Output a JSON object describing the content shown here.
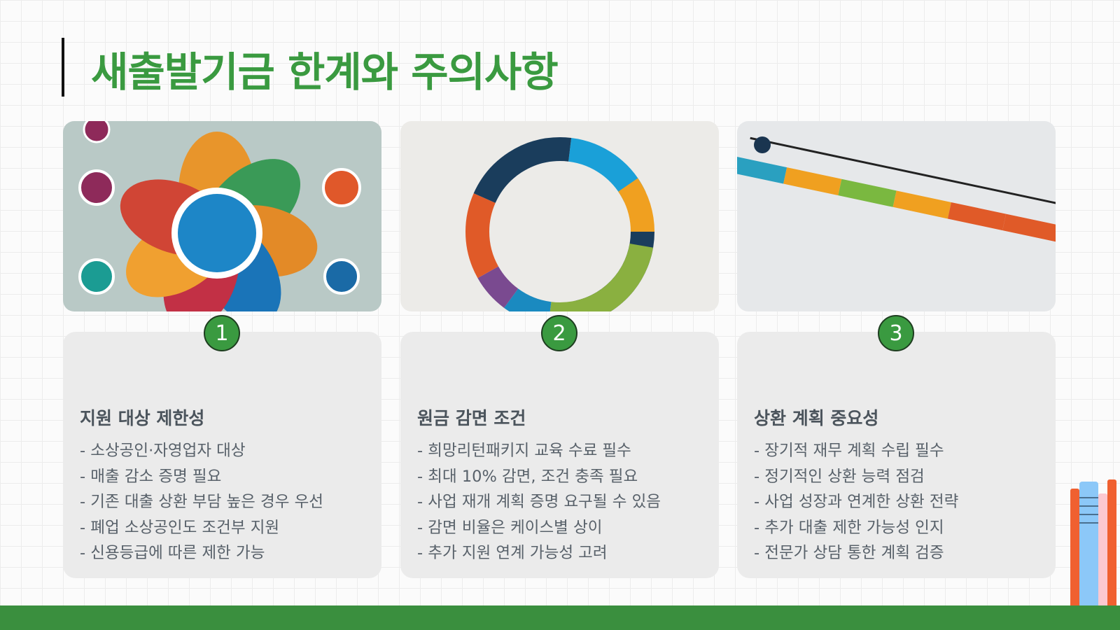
{
  "title": "새출발기금 한계와 주의사항",
  "cards": [
    {
      "number": "1",
      "image": "infographic-flower",
      "heading": "지원 대상 제한성",
      "bullets": [
        "- 소상공인·자영업자 대상",
        "- 매출 감소 증명 필요",
        "- 기존 대출 상환 부담 높은 경우 우선",
        "- 폐업 소상공인도 조건부 지원",
        "- 신용등급에 따른 제한 가능"
      ]
    },
    {
      "number": "2",
      "image": "donut-chart-photo",
      "heading": "원금 감면 조건",
      "bullets": [
        "- 희망리턴패키지 교육 수료 필수",
        "- 최대 10% 감면, 조건 충족 필요",
        "- 사업 재개 계획 증명 요구될 수 있음",
        "- 감면 비율은 케이스별 상이",
        "- 추가 지원 연계 가능성 고려"
      ]
    },
    {
      "number": "3",
      "image": "timeline-photo",
      "heading": "상환 계획 중요성",
      "bullets": [
        "- 장기적 재무 계획 수립 필수",
        "- 정기적인 상환 능력 점검",
        "- 사업 성장과 연계한 상환 전략",
        "- 추가 대출 제한 가능성 인지",
        "- 전문가 상담 통한 계획 검증"
      ]
    }
  ],
  "colors": {
    "accent": "#3a9a40",
    "footer": "#3a8f3e",
    "card": "#ebebeb"
  }
}
